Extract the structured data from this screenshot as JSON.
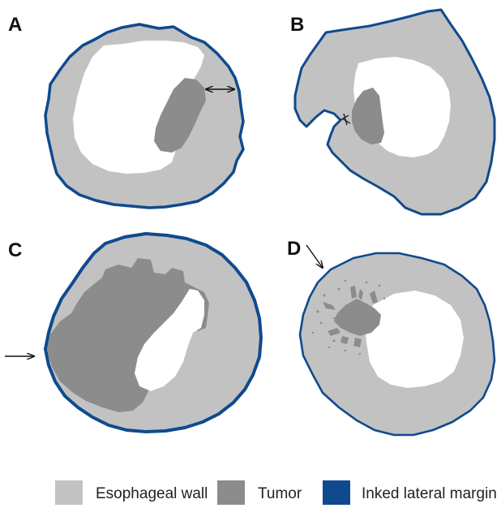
{
  "panels": [
    {
      "label": "A"
    },
    {
      "label": "B"
    },
    {
      "label": "C"
    },
    {
      "label": "D"
    }
  ],
  "legend": [
    {
      "label": "Esophageal wall",
      "color": "#c2c2c2"
    },
    {
      "label": "Tumor",
      "color": "#8c8c8c"
    },
    {
      "label": "Inked lateral margin",
      "color": "#0f4a8e"
    }
  ]
}
